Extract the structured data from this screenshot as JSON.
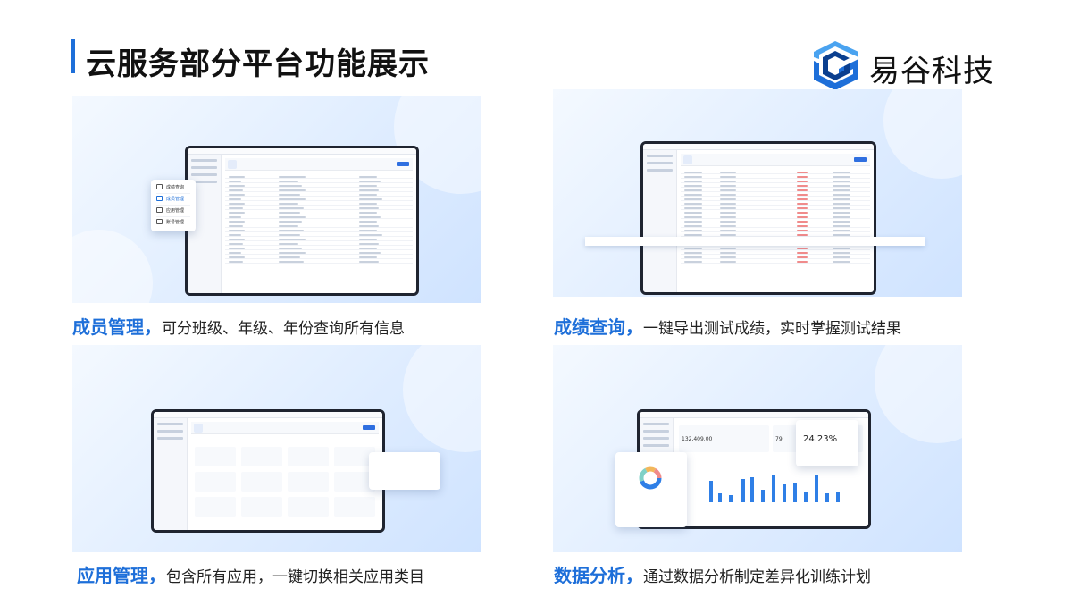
{
  "header": {
    "title": "云服务部分平台功能展示"
  },
  "logo": {
    "text": "易谷科技",
    "colors": [
      "#1e6fd9",
      "#4aa3f0",
      "#0b3f8f"
    ]
  },
  "features": [
    {
      "highlight": "成员管理",
      "sep": "，",
      "desc": "可分班级、年级、年份查询所有信息",
      "menu": [
        "成绩查询",
        "成员管理",
        "应用管理",
        "账号管理"
      ]
    },
    {
      "highlight": "成绩查询",
      "sep": "，",
      "desc": "一键导出测试成绩，实时掌握测试结果"
    },
    {
      "highlight": "应用管理",
      "sep": "，",
      "desc": "包含所有应用，一键切换相关应用类目"
    },
    {
      "highlight": "数据分析",
      "sep": "，",
      "desc": "通过数据分析制定差异化训练计划",
      "stats": {
        "total": "132,409.00",
        "count": "79",
        "rate": "24.23%"
      }
    }
  ],
  "accent_color": "#1e6fd9"
}
